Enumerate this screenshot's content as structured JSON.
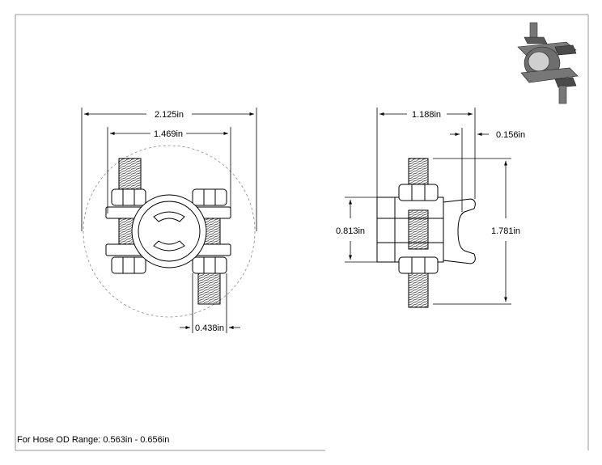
{
  "views": {
    "front": {
      "overall_width": "2.125in",
      "clamp_width": "1.469in",
      "bolt_width": "0.438in"
    },
    "side": {
      "overall_width": "1.188in",
      "lip_width": "0.156in",
      "body_height": "0.813in",
      "overall_height": "1.781in"
    }
  },
  "note": "For Hose OD Range: 0.563in - 0.656in",
  "colors": {
    "line": "#000000",
    "thread": "#555555",
    "iso_body": "#6e6e6e",
    "iso_dark": "#3a3a3a"
  },
  "icons": [
    "isometric-preview-icon"
  ]
}
